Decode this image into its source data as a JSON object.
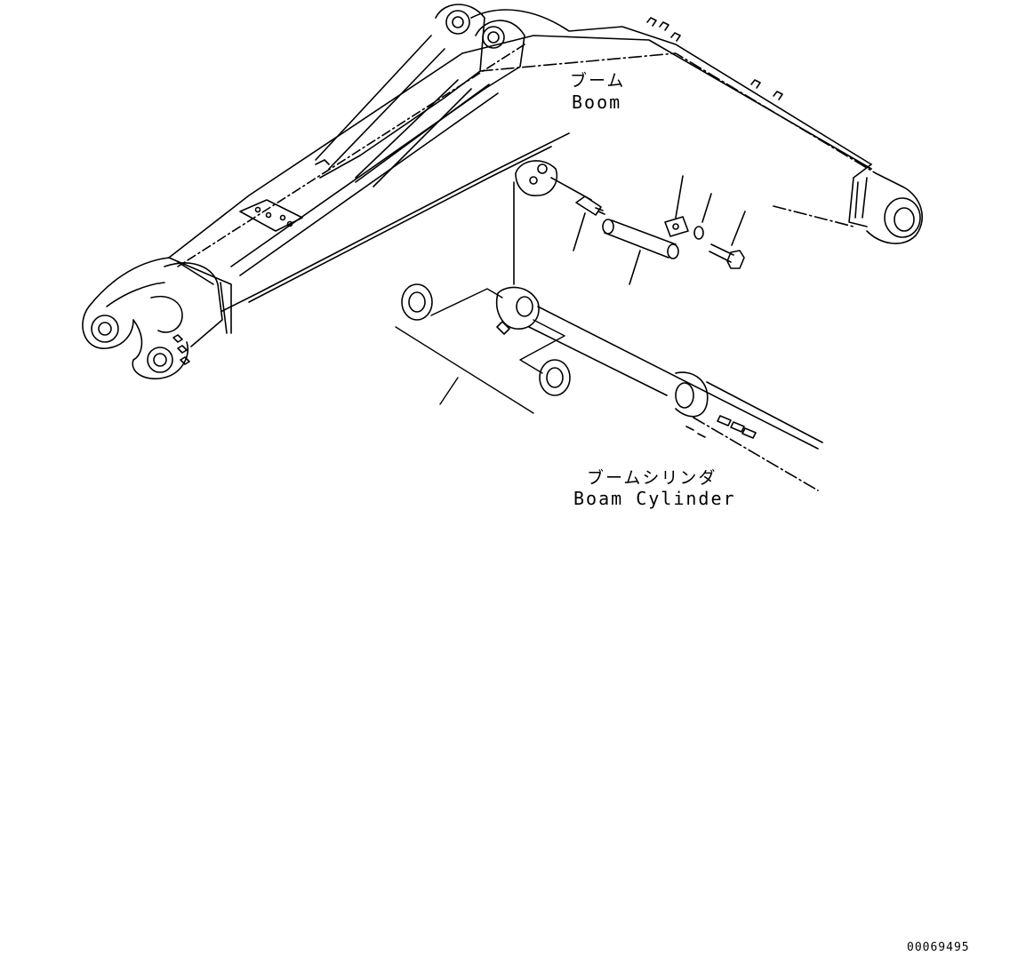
{
  "labels": {
    "boom_jp": "ブーム",
    "boom_en": "Boom",
    "cylinder_jp": "ブームシリンダ",
    "cylinder_en": "Boam Cylinder",
    "drawing_number": "00069495"
  },
  "colors": {
    "line": "#000000",
    "background": "#ffffff"
  }
}
